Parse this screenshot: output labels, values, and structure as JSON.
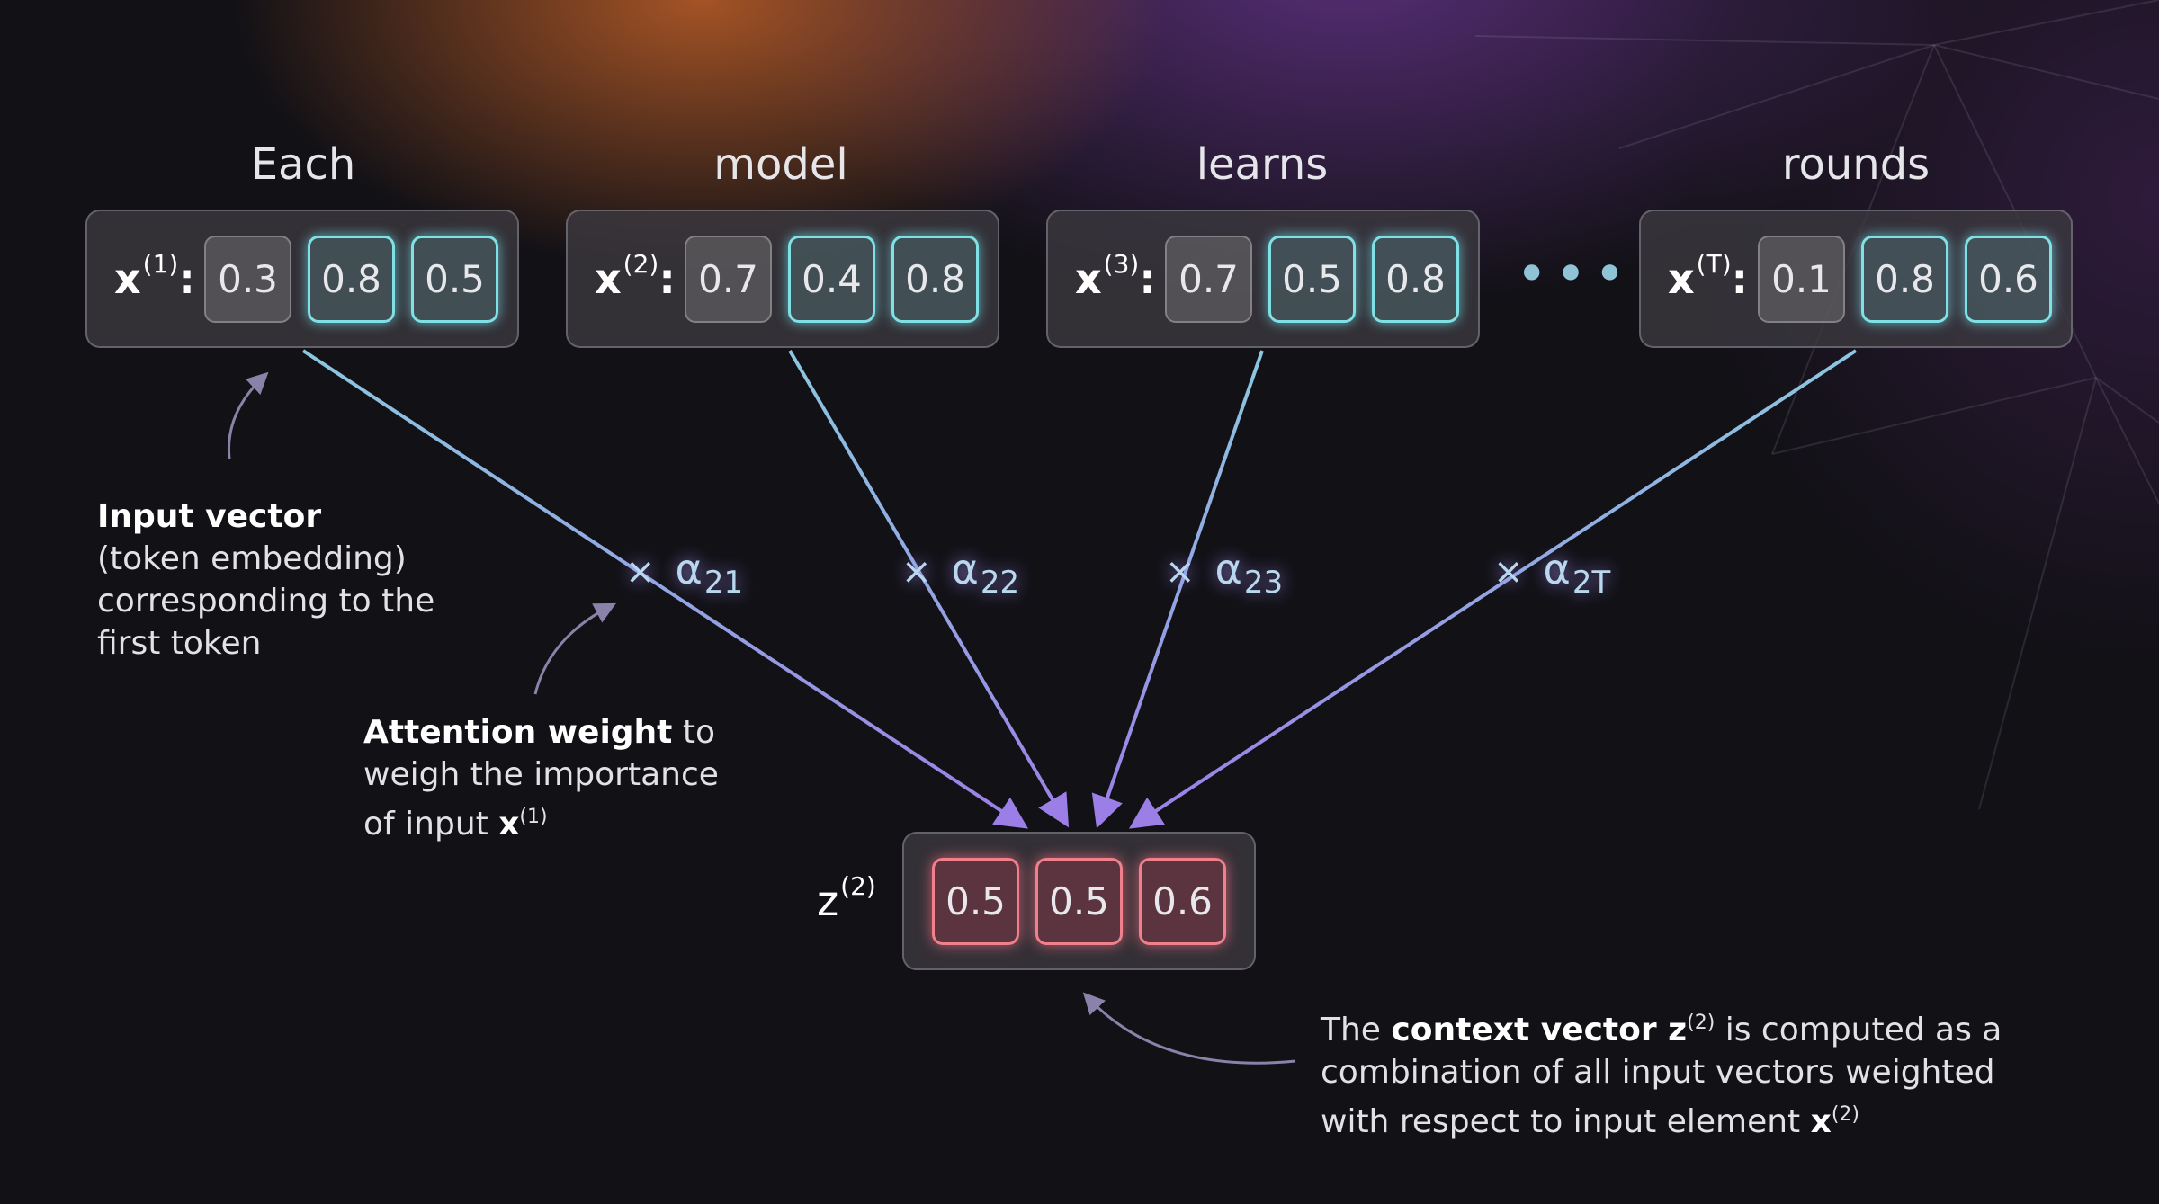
{
  "tokens": [
    {
      "word": "Each",
      "label": "x",
      "sup": "(1)",
      "values": [
        "0.3",
        "0.8",
        "0.5"
      ]
    },
    {
      "word": "model",
      "label": "x",
      "sup": "(2)",
      "values": [
        "0.7",
        "0.4",
        "0.8"
      ]
    },
    {
      "word": "learns",
      "label": "x",
      "sup": "(3)",
      "values": [
        "0.7",
        "0.5",
        "0.8"
      ]
    },
    {
      "word": "rounds",
      "label": "x",
      "sup": "(T)",
      "values": [
        "0.1",
        "0.8",
        "0.6"
      ]
    }
  ],
  "ellipsis": "•••",
  "weights": [
    {
      "symbol": "×",
      "alpha": "α",
      "sub": "21"
    },
    {
      "symbol": "×",
      "alpha": "α",
      "sub": "22"
    },
    {
      "symbol": "×",
      "alpha": "α",
      "sub": "23"
    },
    {
      "symbol": "×",
      "alpha": "α",
      "sub": "2T"
    }
  ],
  "output": {
    "label": "z",
    "sup": "(2)",
    "values": [
      "0.5",
      "0.5",
      "0.6"
    ]
  },
  "notes": {
    "input": {
      "bold": "Input vector",
      "lines": [
        "(token embedding)",
        "corresponding to the",
        "first token"
      ]
    },
    "attention": {
      "bold": "Attention weight",
      "after": " to",
      "line2": "weigh the importance",
      "line3_pre": "of input ",
      "line3_bold": "x",
      "line3_sup": "(1)"
    },
    "context": {
      "pre": "The ",
      "bold": "context vector z",
      "sup": "(2)",
      "post": " is computed as a",
      "line2": "combination of all input vectors weighted",
      "line3_pre": "with respect to input element ",
      "line3_bold": "x",
      "line3_sup": "(2)"
    }
  },
  "colors": {
    "teal": "#7fe0e6",
    "gray": "#9a9aa0",
    "red": "#f0808c",
    "arrowTop": "#8cc7e0",
    "arrowBottom": "#9b7fe6"
  }
}
